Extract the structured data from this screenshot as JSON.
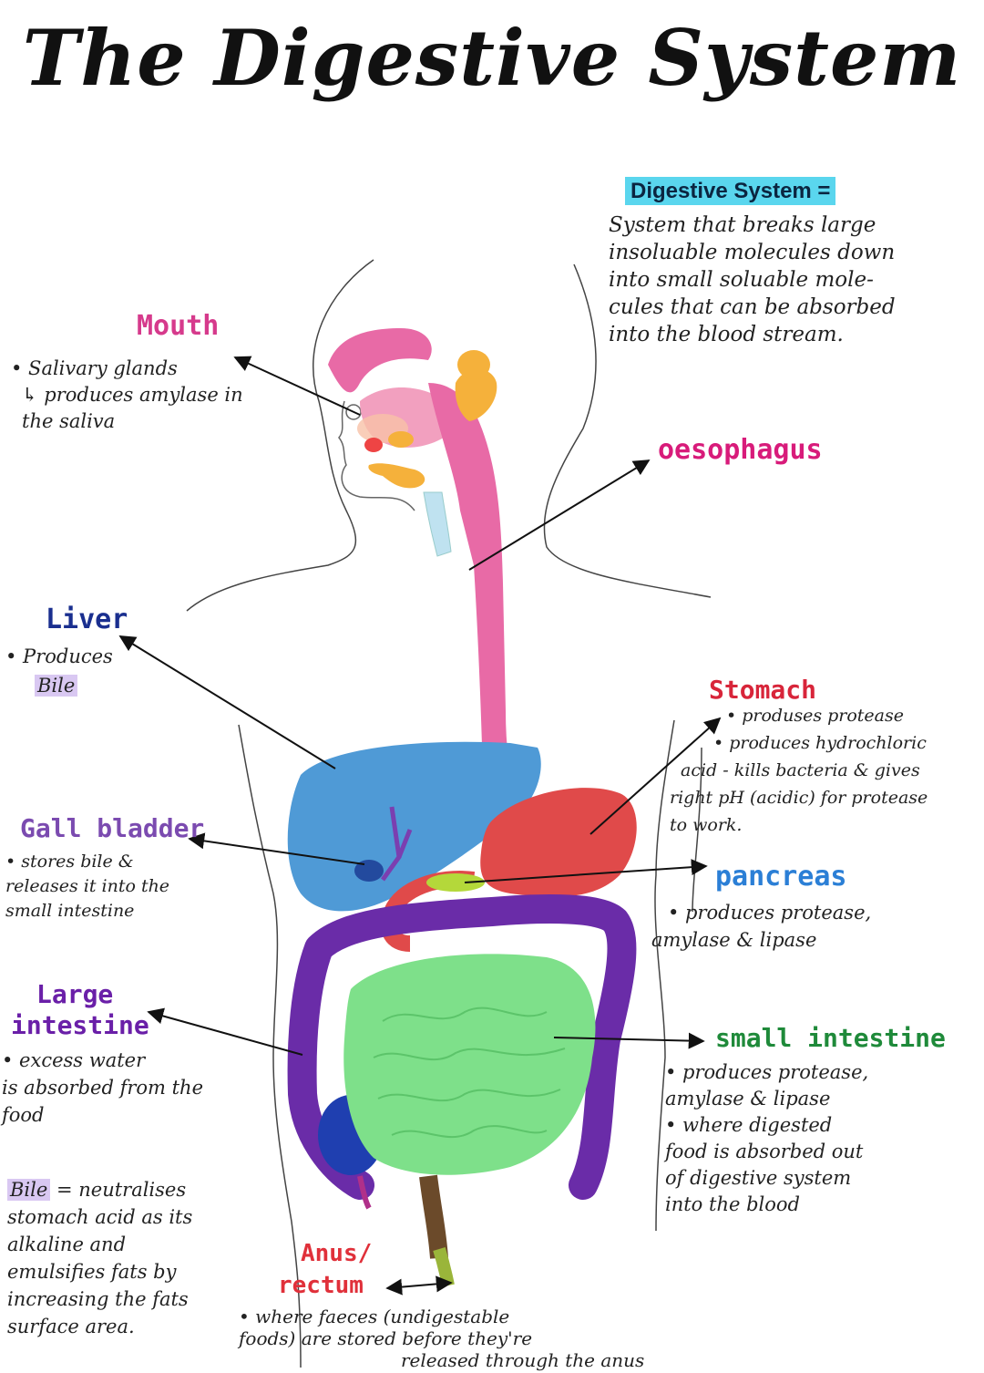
{
  "title": "The Digestive System",
  "definition": {
    "heading": "Digestive System =",
    "lines": [
      "System that breaks large",
      "insoluable molecules down",
      "into small soluable mole-",
      "cules that can be absorbed",
      "into the blood stream."
    ]
  },
  "organs": {
    "mouth": {
      "label": "Mouth",
      "color": "#d63a8c",
      "notes": [
        "• Salivary glands",
        "↳ produces amylase in",
        "the saliva"
      ]
    },
    "oesophagus": {
      "label": "oesophagus",
      "color": "#d81b7a"
    },
    "liver": {
      "label": "Liver",
      "color": "#1a2f8f",
      "notes": [
        "• Produces",
        "Bile"
      ]
    },
    "stomach": {
      "label": "Stomach",
      "color": "#d8253a",
      "notes": [
        "• produses protease",
        "• produces hydrochloric",
        "acid - kills bacteria & gives",
        "right pH (acidic) for protease",
        "to work."
      ]
    },
    "gall_bladder": {
      "label": "Gall bladder",
      "color": "#7b4bb0",
      "notes": [
        "• stores bile &",
        "releases it into the",
        "small intestine"
      ]
    },
    "pancreas": {
      "label": "pancreas",
      "color": "#2b7fd6",
      "notes": [
        "• produces protease,",
        "amylase & lipase"
      ]
    },
    "large_intestine": {
      "label_line1": "Large",
      "label_line2": "intestine",
      "color": "#6a1fa8",
      "notes": [
        "• excess water",
        "is absorbed from the",
        "food"
      ]
    },
    "small_intestine": {
      "label": "small intestine",
      "color": "#1f8a3a",
      "notes": [
        "• produces protease,",
        "amylase & lipase",
        "• where digested",
        "food is absorbed out",
        "of digestive system",
        "into the blood"
      ]
    },
    "anus": {
      "label_line1": "Anus/",
      "label_line2": "rectum",
      "color": "#e0303a",
      "notes": [
        "• where faeces (undigestable",
        "foods) are stored before they're",
        "released through the anus"
      ]
    }
  },
  "bile_note": {
    "term": "Bile",
    "lines": [
      " = neutralises",
      "stomach acid as its",
      "alkaline and",
      "emulsifies fats by",
      "increasing the fats",
      "surface area."
    ]
  }
}
